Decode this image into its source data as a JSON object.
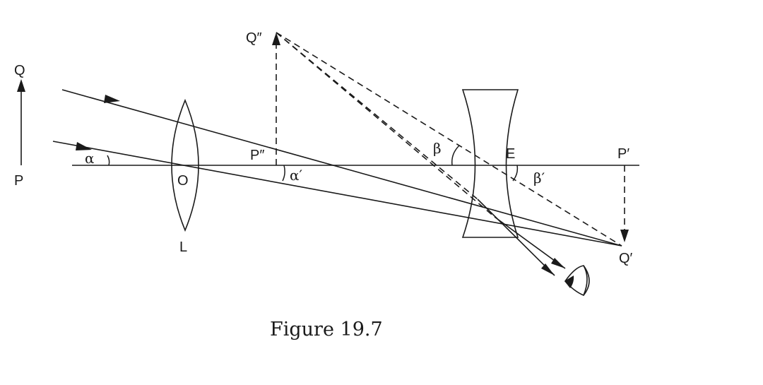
{
  "labels": {
    "Q": "Q",
    "P": "P",
    "O": "O",
    "L": "L",
    "Q_double_prime": "Q″",
    "P_double_prime": "P″",
    "E": "E",
    "P_prime": "P′",
    "Q_prime": "Q′"
  },
  "angles": {
    "alpha": "α",
    "alpha_prime": "α′",
    "beta": "β",
    "beta_prime": "β′"
  },
  "caption": "Figure 19.7",
  "colors": {
    "ink": "#1a1a1a",
    "background": "#ffffff"
  },
  "icons": {
    "eye": "eye-icon"
  }
}
